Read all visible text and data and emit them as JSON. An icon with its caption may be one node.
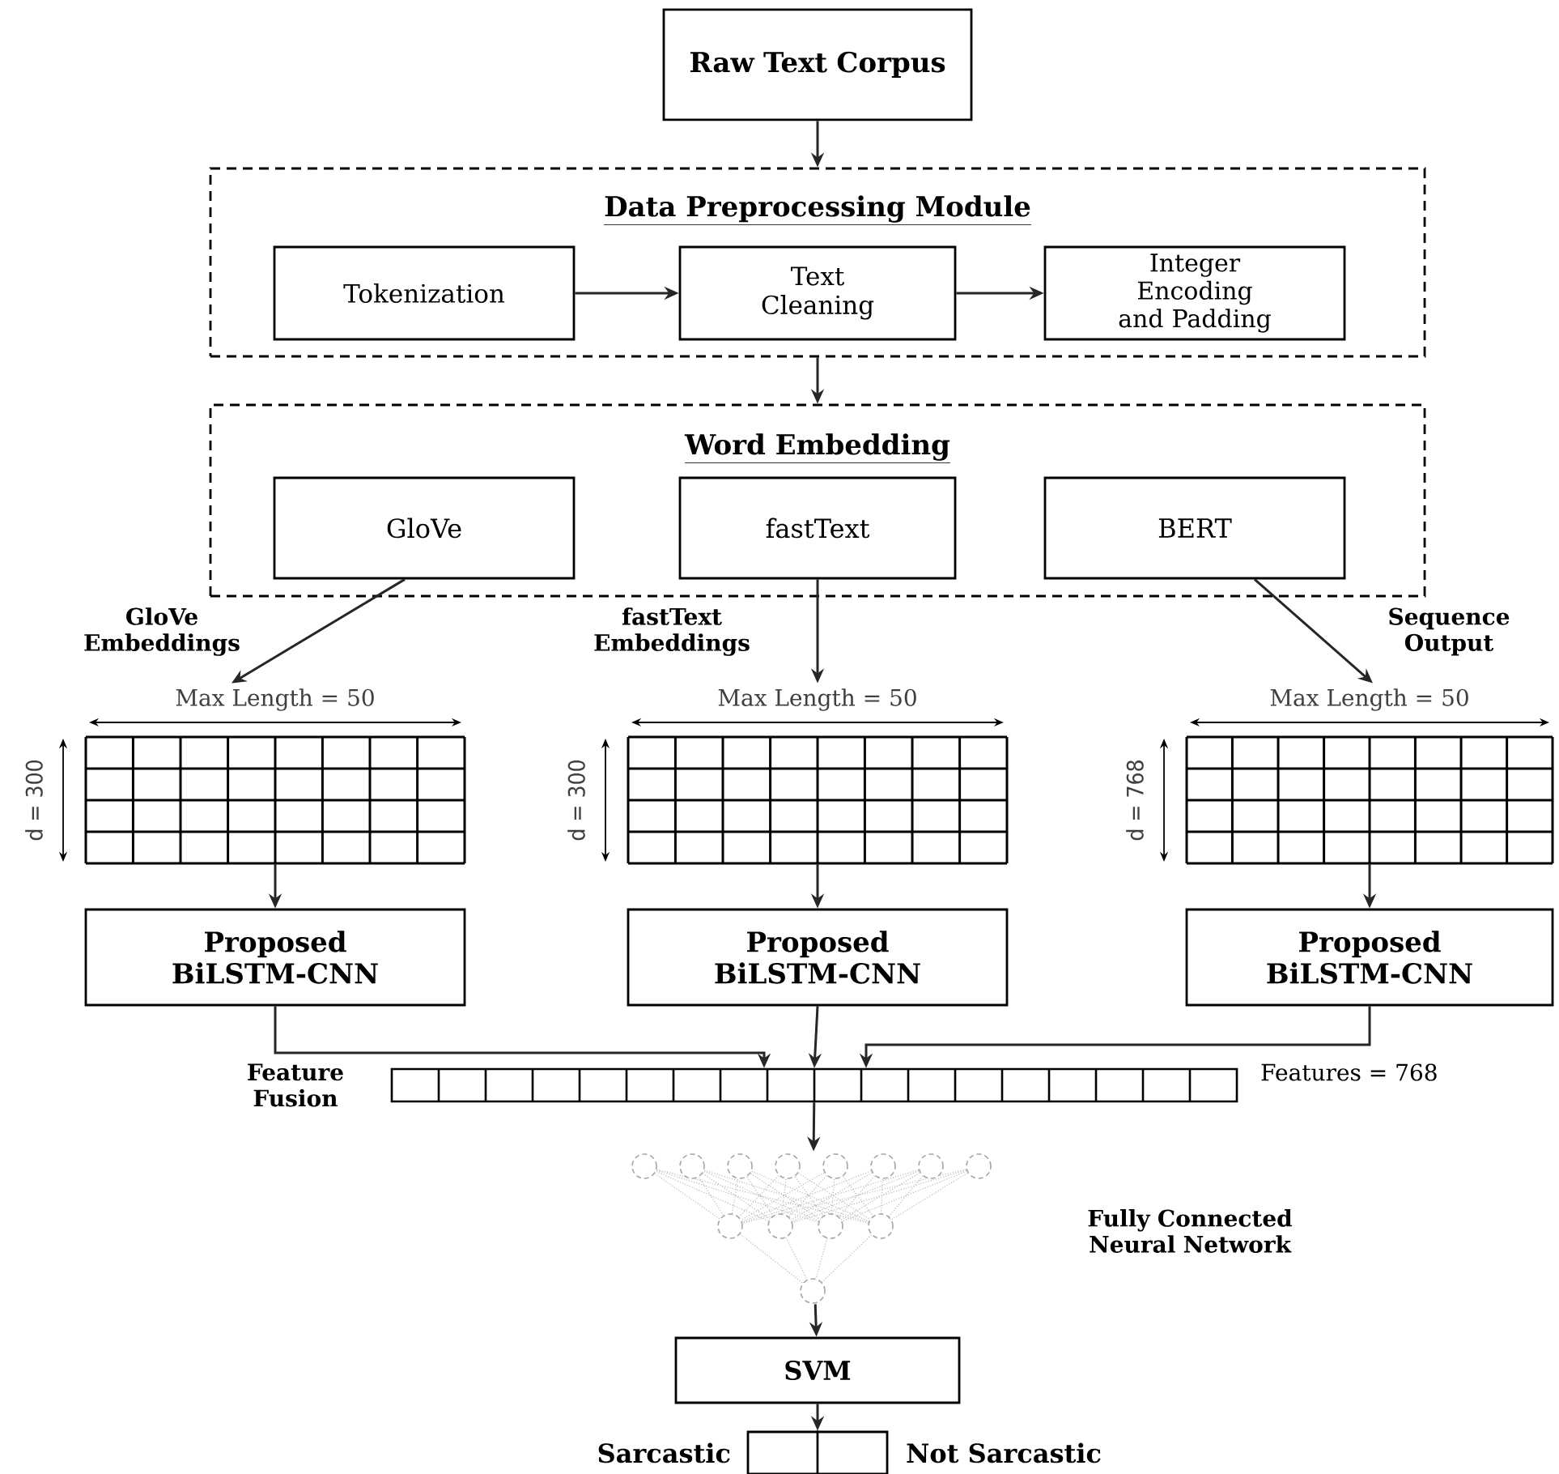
{
  "diagram": {
    "nodes": [
      {
        "text": [
          "Raw Text Corpus"
        ]
      },
      {
        "text": [
          "Data Preprocessing Module"
        ]
      },
      {
        "text": [
          "Tokenization"
        ],
        "in": 1
      },
      {
        "text": [
          "Text Cleaning"
        ],
        "in": 1
      },
      {
        "text": [
          "Integer Encoding and Padding"
        ],
        "in": 1
      },
      {
        "text": [
          "Word Embedding"
        ]
      },
      {
        "text": [
          "GloVe"
        ],
        "in": 5
      },
      {
        "text": [
          "fastText"
        ],
        "in": 5
      },
      {
        "text": [
          "BERT"
        ],
        "in": 5
      },
      {
        "text": [],
        "shape": "grid",
        "beside": [
          "Max Length = 50",
          "d = 300"
        ]
      },
      {
        "text": [],
        "shape": "grid",
        "beside": [
          "Max Length = 50",
          "d = 300"
        ]
      },
      {
        "text": [],
        "shape": "grid",
        "beside": [
          "Max Length = 50",
          "d = 768"
        ]
      },
      {
        "text": [
          "Proposed BiLSTM-CNN"
        ]
      },
      {
        "text": [
          "Proposed BiLSTM-CNN"
        ]
      },
      {
        "text": [
          "Proposed BiLSTM-CNN"
        ]
      },
      {
        "text": [],
        "shape": "bar",
        "beside": [
          "Feature Fusion",
          "Features = 768"
        ]
      },
      {
        "text": [],
        "shape": "network"
      },
      {
        "text": [
          "SVM"
        ]
      },
      {
        "text": [],
        "shape": "box",
        "beside": [
          "Sarcastic",
          "Not Sarcastic"
        ]
      }
    ],
    "edges": [
      {
        "from": 0,
        "to": 1,
        "arrow": "to"
      },
      {
        "from": 2,
        "to": 3,
        "arrow": "to"
      },
      {
        "from": 3,
        "to": 4,
        "arrow": "to"
      },
      {
        "from": 1,
        "to": 5,
        "arrow": "to"
      },
      {
        "from": 6,
        "to": 9,
        "arrow": "to",
        "label": "GloVe Embeddings"
      },
      {
        "from": 7,
        "to": 10,
        "arrow": "to",
        "label": "fastText Embeddings"
      },
      {
        "from": 8,
        "to": 11,
        "arrow": "to",
        "label": "Sequence Output"
      },
      {
        "from": 9,
        "to": 12,
        "arrow": "to"
      },
      {
        "from": 10,
        "to": 13,
        "arrow": "to"
      },
      {
        "from": 11,
        "to": 14,
        "arrow": "to"
      },
      {
        "from": 12,
        "to": 15,
        "arrow": "to"
      },
      {
        "from": 13,
        "to": 15,
        "arrow": "to"
      },
      {
        "from": 14,
        "to": 15,
        "arrow": "to"
      },
      {
        "from": 15,
        "to": 16,
        "arrow": "to"
      },
      {
        "from": 16,
        "to": 17,
        "arrow": "to"
      },
      {
        "from": 17,
        "to": 18,
        "arrow": "to"
      }
    ],
    "labels": [
      "Fully Connected Neural Network"
    ]
  }
}
